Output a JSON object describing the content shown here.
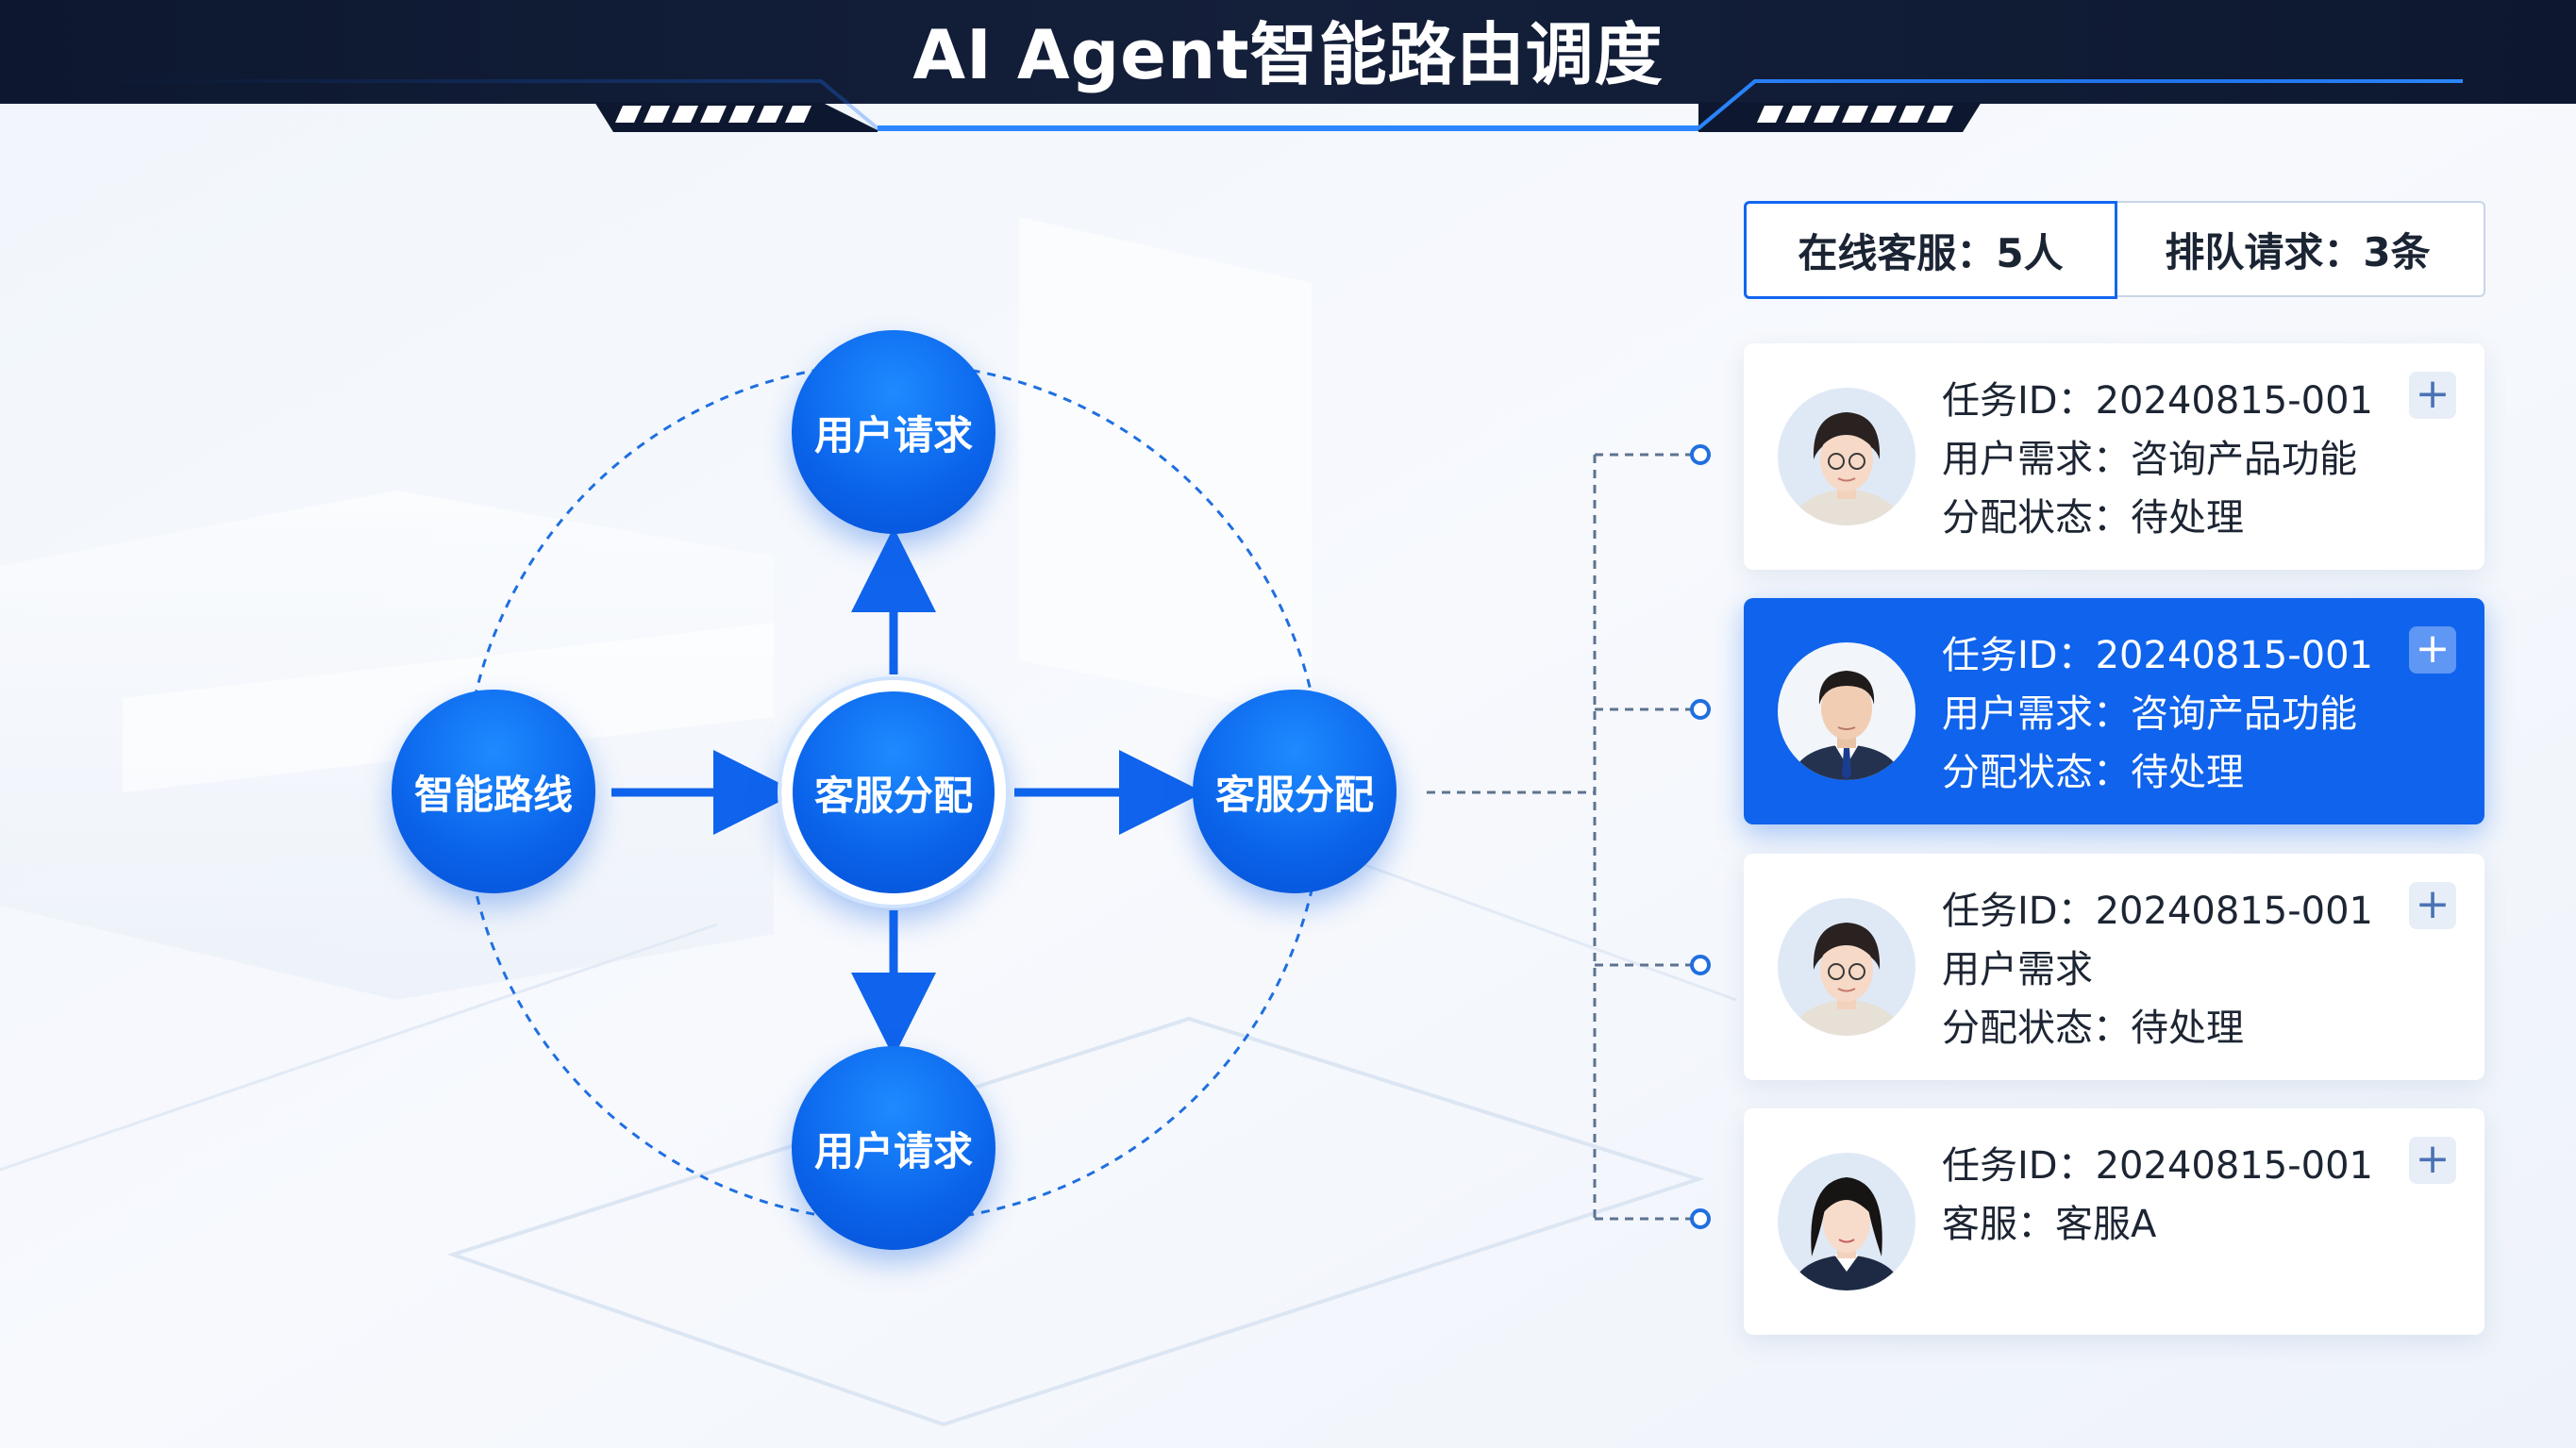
{
  "header": {
    "title": "AI Agent智能路由调度"
  },
  "diagram": {
    "nodes": {
      "top": "用户请求",
      "left": "智能路线",
      "center": "客服分配",
      "right": "客服分配",
      "bottom": "用户请求"
    }
  },
  "stats": {
    "online": "在线客服：5人",
    "queue": "排队请求：3条"
  },
  "cards": [
    {
      "lines": [
        "任务ID：20240815-001",
        "用户需求：咨询产品功能",
        "分配状态：待处理"
      ],
      "avatar_icon": "female-agent-glasses-icon",
      "action_label": "+",
      "active": false
    },
    {
      "lines": [
        "任务ID：20240815-001",
        "用户需求：咨询产品功能",
        "分配状态：待处理"
      ],
      "avatar_icon": "male-agent-icon",
      "action_label": "+",
      "active": true
    },
    {
      "lines": [
        "任务ID：20240815-001",
        "用户需求",
        "分配状态：待处理"
      ],
      "avatar_icon": "female-agent-glasses-icon",
      "action_label": "+",
      "active": false
    },
    {
      "lines": [
        "任务ID：20240815-001",
        "客服：客服A"
      ],
      "avatar_icon": "female-agent-icon",
      "action_label": "+",
      "active": false
    }
  ],
  "colors": {
    "accent": "#0f63ec",
    "header_bg": "#0d1830",
    "node_blue": "#0a63ea",
    "connector": "#1f6fe0"
  }
}
